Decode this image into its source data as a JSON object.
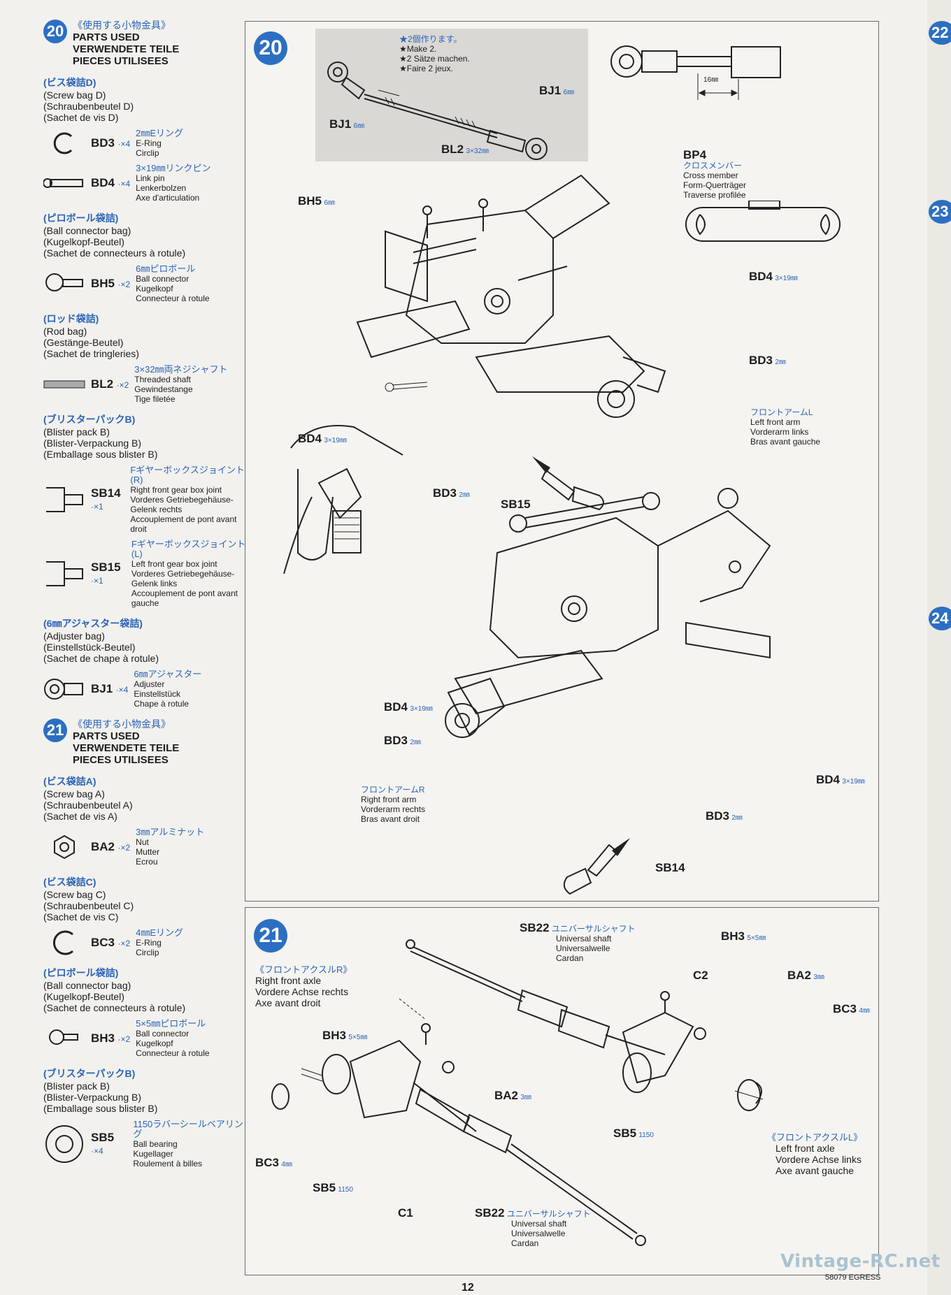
{
  "left": {
    "step20": {
      "badge": "20",
      "title_jp": "《使用する小物金具》",
      "title_en": "PARTS USED",
      "title_de": "VERWENDETE TEILE",
      "title_fr": "PIECES UTILISEES",
      "bags": [
        {
          "label": "(ビス袋詰D)",
          "lines": [
            "(Screw bag D)",
            "(Schraubenbeutel D)",
            "(Sachet de vis D)"
          ],
          "parts": [
            {
              "code": "BD3",
              "qty": "·×4",
              "size_jp": "2㎜Eリング",
              "desc": [
                "E-Ring",
                "Circlip"
              ]
            },
            {
              "code": "BD4",
              "qty": "·×4",
              "size_jp": "3×19㎜リンクピン",
              "desc": [
                "Link pin",
                "Lenkerbolzen",
                "Axe d'articulation"
              ]
            }
          ]
        },
        {
          "label": "(ピロボール袋詰)",
          "lines": [
            "(Ball connector bag)",
            "(Kugelkopf-Beutel)",
            "(Sachet de connecteurs à rotule)"
          ],
          "parts": [
            {
              "code": "BH5",
              "qty": "·×2",
              "size_jp": "6㎜ピロボール",
              "desc": [
                "Ball connector",
                "Kugelkopf",
                "Connecteur à rotule"
              ]
            }
          ]
        },
        {
          "label": "(ロッド袋詰)",
          "lines": [
            "(Rod bag)",
            "(Gestänge-Beutel)",
            "(Sachet de tringleries)"
          ],
          "parts": [
            {
              "code": "BL2",
              "qty": "·×2",
              "size_jp": "3×32㎜両ネジシャフト",
              "desc": [
                "Threaded shaft",
                "Gewindestange",
                "Tige filetée"
              ]
            }
          ]
        },
        {
          "label": "(ブリスターパックB)",
          "lines": [
            "(Blister pack B)",
            "(Blister-Verpackung B)",
            "(Emballage sous blister B)"
          ],
          "parts": [
            {
              "code": "SB14",
              "qty": "·×1",
              "size_jp": "Fギヤーボックスジョイント(R)",
              "desc": [
                "Right front gear box joint",
                "Vorderes Getriebegehäuse-Gelenk rechts",
                "Accouplement de pont avant droit"
              ]
            },
            {
              "code": "SB15",
              "qty": "·×1",
              "size_jp": "Fギヤーボックスジョイント(L)",
              "desc": [
                "Left front gear box joint",
                "Vorderes Getriebegehäuse-Gelenk links",
                "Accouplement de pont avant gauche"
              ]
            }
          ]
        },
        {
          "label": "(6㎜アジャスター袋詰)",
          "lines": [
            "(Adjuster bag)",
            "(Einstellstück-Beutel)",
            "(Sachet de chape à rotule)"
          ],
          "parts": [
            {
              "code": "BJ1",
              "qty": "·×4",
              "size_jp": "6㎜アジャスター",
              "desc": [
                "Adjuster",
                "Einstellstück",
                "Chape à rotule"
              ]
            }
          ]
        }
      ]
    },
    "step21": {
      "badge": "21",
      "title_jp": "《使用する小物金具》",
      "title_en": "PARTS USED",
      "title_de": "VERWENDETE TEILE",
      "title_fr": "PIECES UTILISEES",
      "bags": [
        {
          "label": "(ビス袋詰A)",
          "lines": [
            "(Screw bag A)",
            "(Schraubenbeutel A)",
            "(Sachet de vis A)"
          ],
          "parts": [
            {
              "code": "BA2",
              "qty": "·×2",
              "size_jp": "3㎜アルミナット",
              "desc": [
                "Nut",
                "Mutter",
                "Ecrou"
              ]
            }
          ]
        },
        {
          "label": "(ビス袋詰C)",
          "lines": [
            "(Screw bag C)",
            "(Schraubenbeutel C)",
            "(Sachet de vis C)"
          ],
          "parts": [
            {
              "code": "BC3",
              "qty": "·×2",
              "size_jp": "4㎜Eリング",
              "desc": [
                "E-Ring",
                "Circlip"
              ]
            }
          ]
        },
        {
          "label": "(ピロボール袋詰)",
          "lines": [
            "(Ball connector bag)",
            "(Kugelkopf-Beutel)",
            "(Sachet de connecteurs à rotule)"
          ],
          "parts": [
            {
              "code": "BH3",
              "qty": "·×2",
              "size_jp": "5×5㎜ピロボール",
              "desc": [
                "Ball connector",
                "Kugelkopf",
                "Connecteur à rotule"
              ]
            }
          ]
        },
        {
          "label": "(ブリスターパックB)",
          "lines": [
            "(Blister pack B)",
            "(Blister-Verpackung B)",
            "(Emballage sous blister B)"
          ],
          "parts": [
            {
              "code": "SB5",
              "qty": "·×4",
              "size_jp": "1150ラバーシールベアリング",
              "desc": [
                "Ball bearing",
                "Kugellager",
                "Roulement à billes"
              ]
            }
          ]
        }
      ]
    }
  },
  "panel20": {
    "badge": "20",
    "make_jp": "★2個作ります。",
    "make_en": "★Make 2.",
    "make_de": "★2 Sätze machen.",
    "make_fr": "★Faire 2 jeux.",
    "bj1_left": "BJ1",
    "bj1_left_size": "6㎜",
    "bj1_right": "BJ1",
    "bj1_right_size": "6㎜",
    "bl2": "BL2",
    "bl2_size": "3×32㎜",
    "dim": "16㎜",
    "bp4": "BP4",
    "bp4_jp": "クロスメンバー",
    "bp4_en": "Cross member",
    "bp4_de": "Form-Querträger",
    "bp4_fr": "Traverse profilée",
    "bh5": "BH5",
    "bh5_size": "6㎜",
    "bd4_a": "BD4",
    "bd4_a_size": "3×19㎜",
    "bd3_a": "BD3",
    "bd3_a_size": "2㎜",
    "arm_l_jp": "フロントアームL",
    "arm_l_en": "Left front arm",
    "arm_l_de": "Vorderarm links",
    "arm_l_fr": "Bras avant gauche",
    "bd4_b": "BD4",
    "bd4_b_size": "3×19㎜",
    "bd3_b": "BD3",
    "bd3_b_size": "2㎜",
    "sb15": "SB15",
    "bd4_c": "BD4",
    "bd4_c_size": "3×19㎜",
    "bd3_c": "BD3",
    "bd3_c_size": "2㎜",
    "arm_r_jp": "フロントアームR",
    "arm_r_en": "Right front arm",
    "arm_r_de": "Vorderarm rechts",
    "arm_r_fr": "Bras avant droit",
    "bd4_d": "BD4",
    "bd4_d_size": "3×19㎜",
    "bd3_d": "BD3",
    "bd3_d_size": "2㎜",
    "sb14": "SB14"
  },
  "panel21": {
    "badge": "21",
    "axle_r_jp": "《フロントアクスルR》",
    "axle_r_en": "Right front axle",
    "axle_r_de": "Vordere Achse rechts",
    "axle_r_fr": "Axe avant droit",
    "sb22_top": "SB22",
    "sb22_top_jp": "ユニバーサルシャフト",
    "sb22_top_en": "Universal shaft",
    "sb22_top_de": "Universalwelle",
    "sb22_top_fr": "Cardan",
    "bh3_top": "BH3",
    "bh3_top_size": "5×5㎜",
    "c2": "C2",
    "ba2_top": "BA2",
    "ba2_top_size": "3㎜",
    "bc3_top": "BC3",
    "bc3_top_size": "4㎜",
    "bh3_left": "BH3",
    "bh3_left_size": "5×5㎜",
    "ba2_left": "BA2",
    "ba2_left_size": "3㎜",
    "sb5_right": "SB5",
    "sb5_right_size": "1150",
    "axle_l_jp": "《フロントアクスルL》",
    "axle_l_en": "Left front axle",
    "axle_l_de": "Vordere Achse links",
    "axle_l_fr": "Axe avant gauche",
    "bc3_left": "BC3",
    "bc3_left_size": "4㎜",
    "sb5_left": "SB5",
    "sb5_left_size": "1150",
    "c1": "C1",
    "sb22_bot": "SB22",
    "sb22_bot_jp": "ユニバーサルシャフト",
    "sb22_bot_en": "Universal shaft",
    "sb22_bot_de": "Universalwelle",
    "sb22_bot_fr": "Cardan"
  },
  "footer": {
    "page": "12",
    "code": "58079 EGRESS",
    "watermark": "Vintage-RC.net"
  },
  "right_tabs": [
    "22",
    "23",
    "24"
  ]
}
